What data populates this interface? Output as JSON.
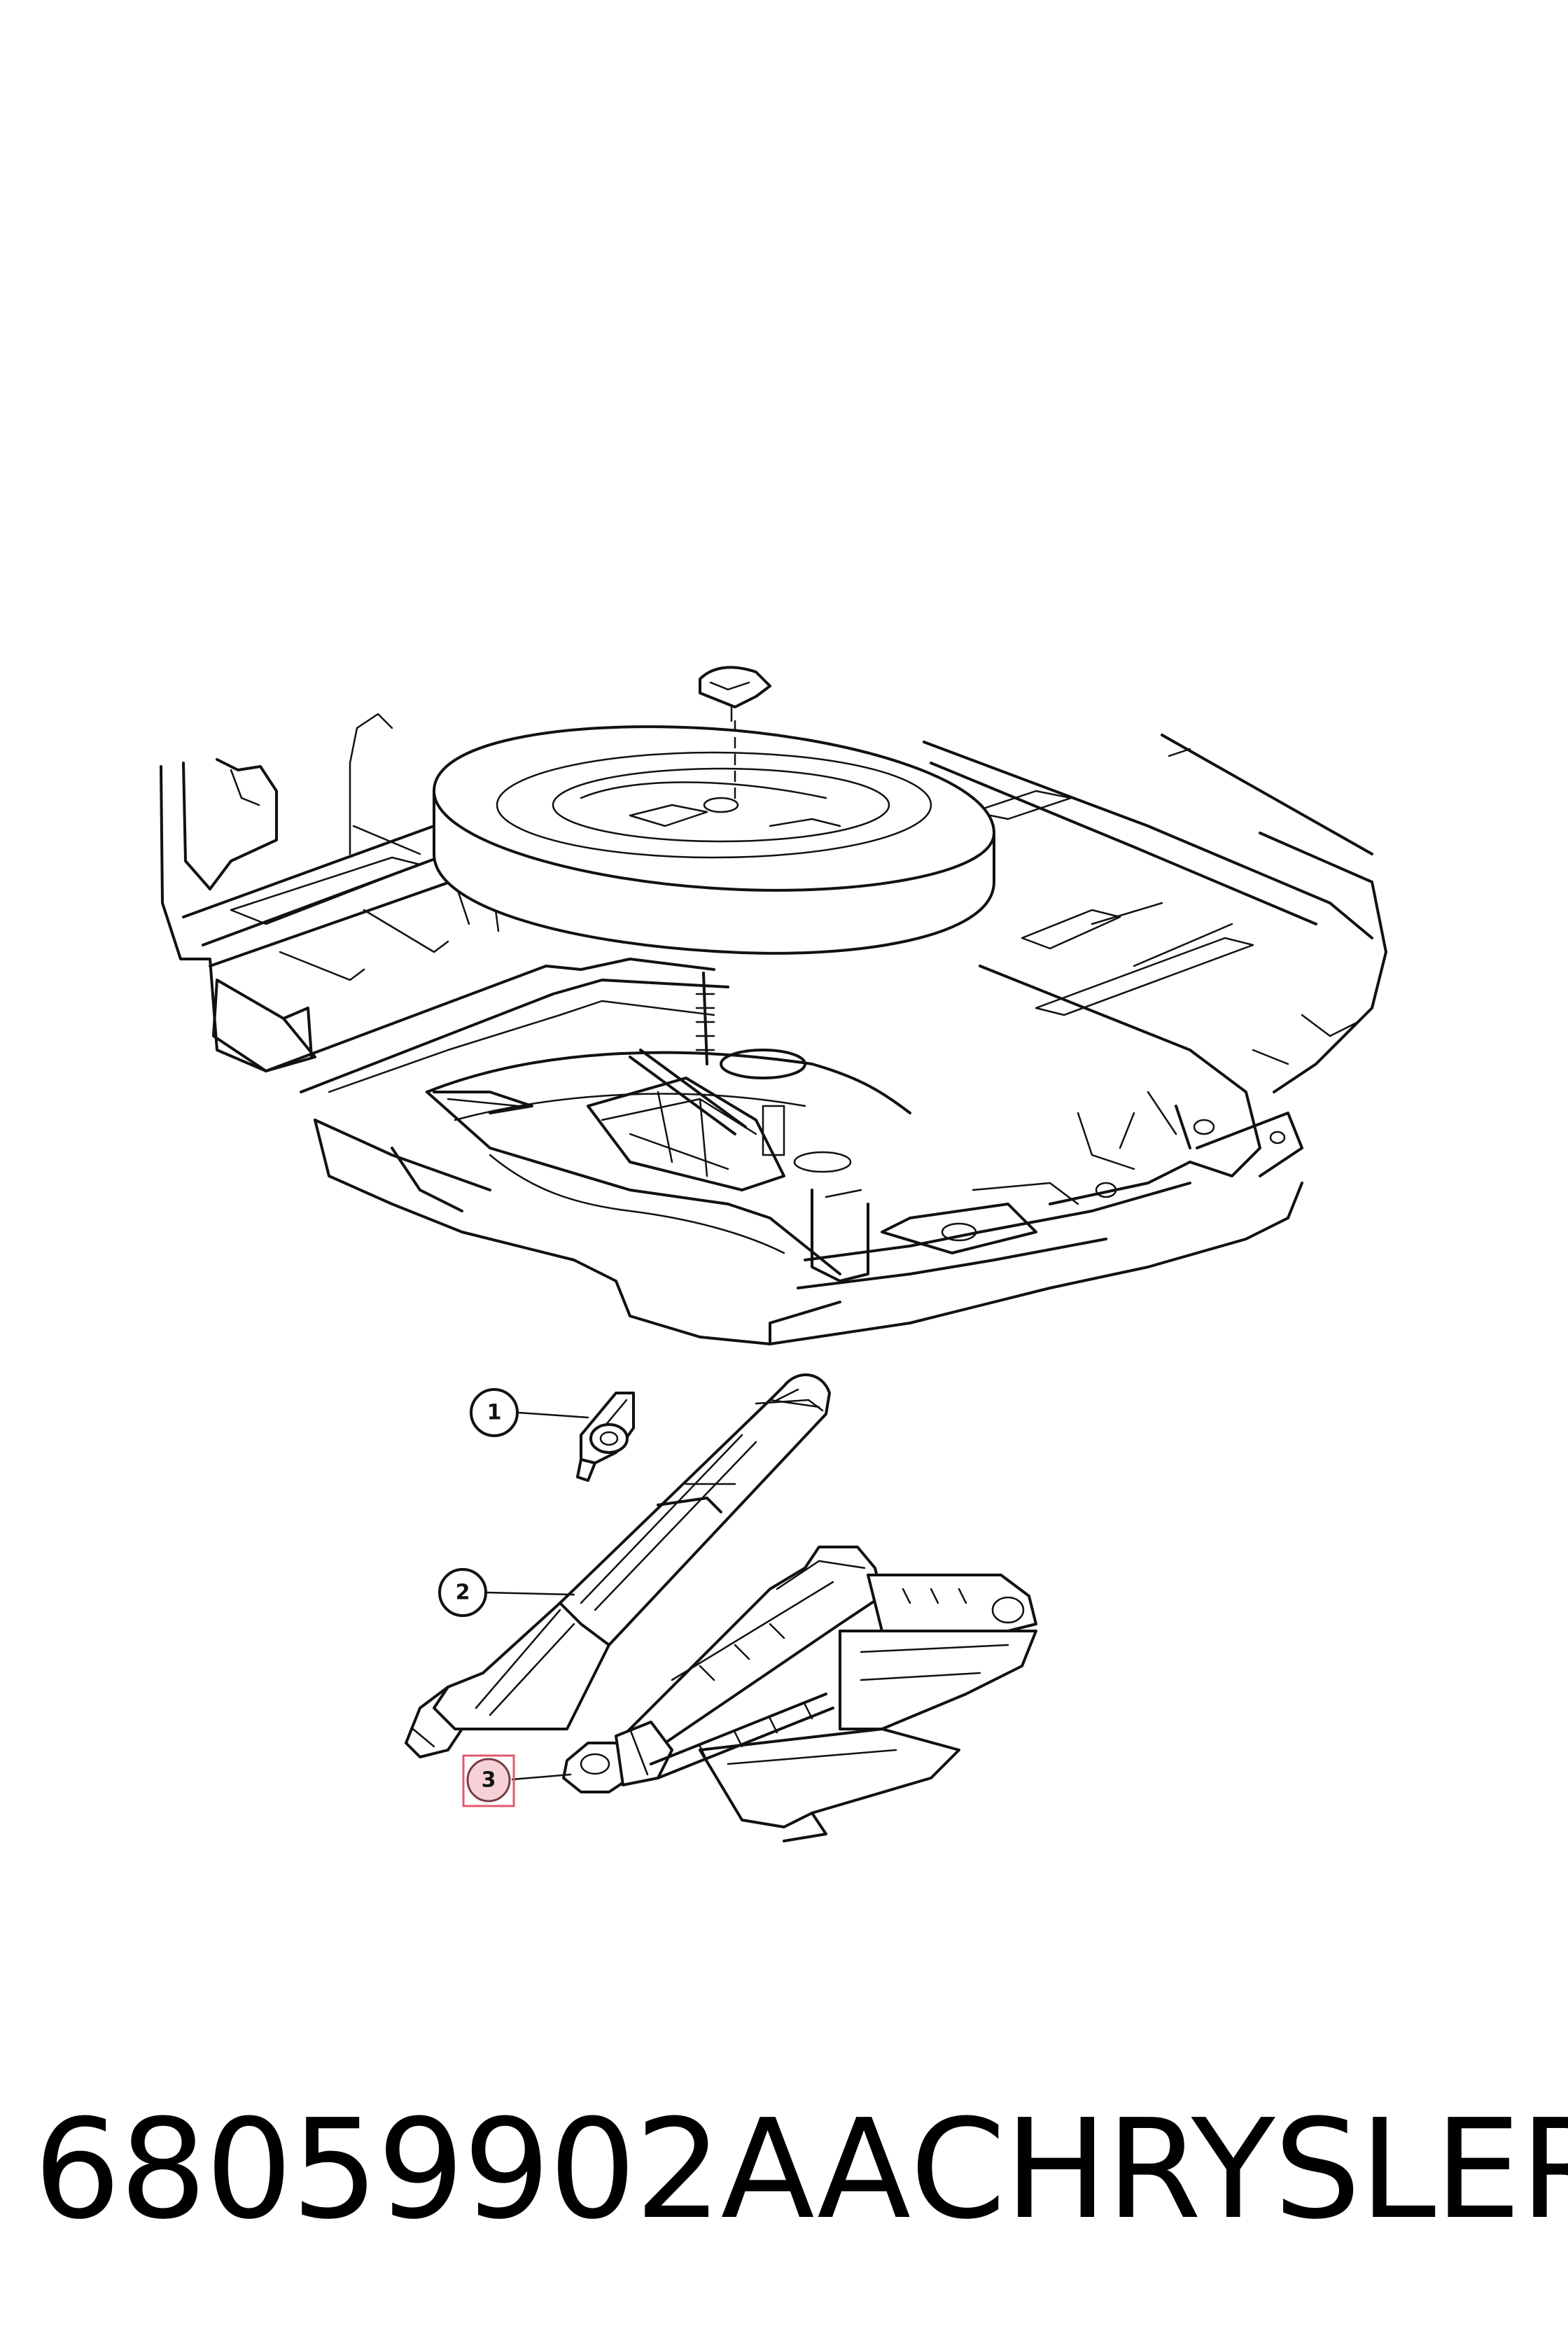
{
  "callouts": [
    {
      "label": "1"
    },
    {
      "label": "2"
    },
    {
      "label": "3",
      "highlight_color": "#e05a6e",
      "highlight_fill": "#f6d2d8"
    }
  ],
  "footer": {
    "part_number": "68059902AA",
    "brand": "CHRYSLER"
  },
  "icons": [
    "spare-tire-icon",
    "wing-nut-icon",
    "scissor-jack-icon",
    "jack-handle-icon",
    "bracket-icon"
  ]
}
